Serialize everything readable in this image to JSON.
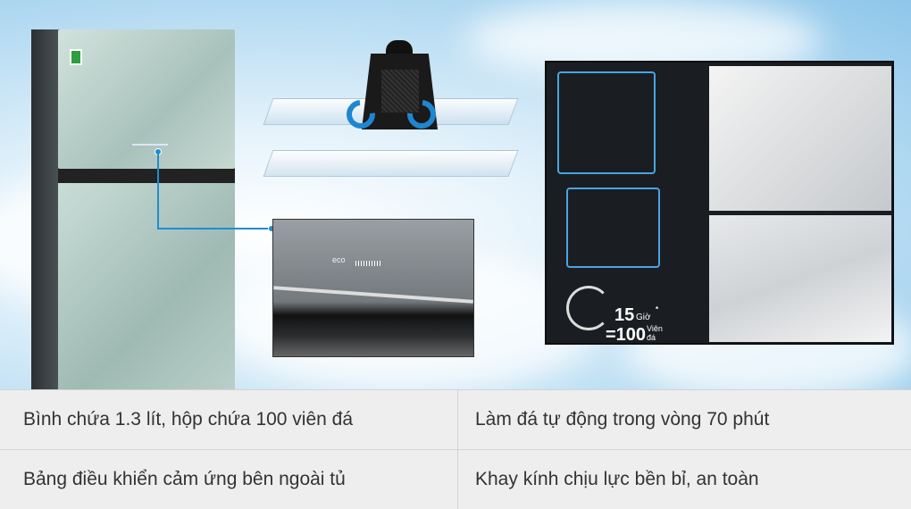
{
  "illustration": {
    "control_panel_label": "eco",
    "ice_maker_badge": {
      "hours": "15",
      "hours_unit": "Giờ",
      "asterisk": "*",
      "cubes": "=100",
      "cubes_unit_line1": "Viên",
      "cubes_unit_line2": "đá"
    },
    "accent_color": "#1d8ed0"
  },
  "features": [
    {
      "text": "Bình chứa 1.3 lít, hộp chứa 100 viên đá"
    },
    {
      "text": "Làm đá tự động trong vòng 70 phút"
    },
    {
      "text": "Bảng điều khiển cảm ứng bên ngoài tủ"
    },
    {
      "text": "Khay kính chịu lực bền bỉ, an toàn"
    }
  ]
}
